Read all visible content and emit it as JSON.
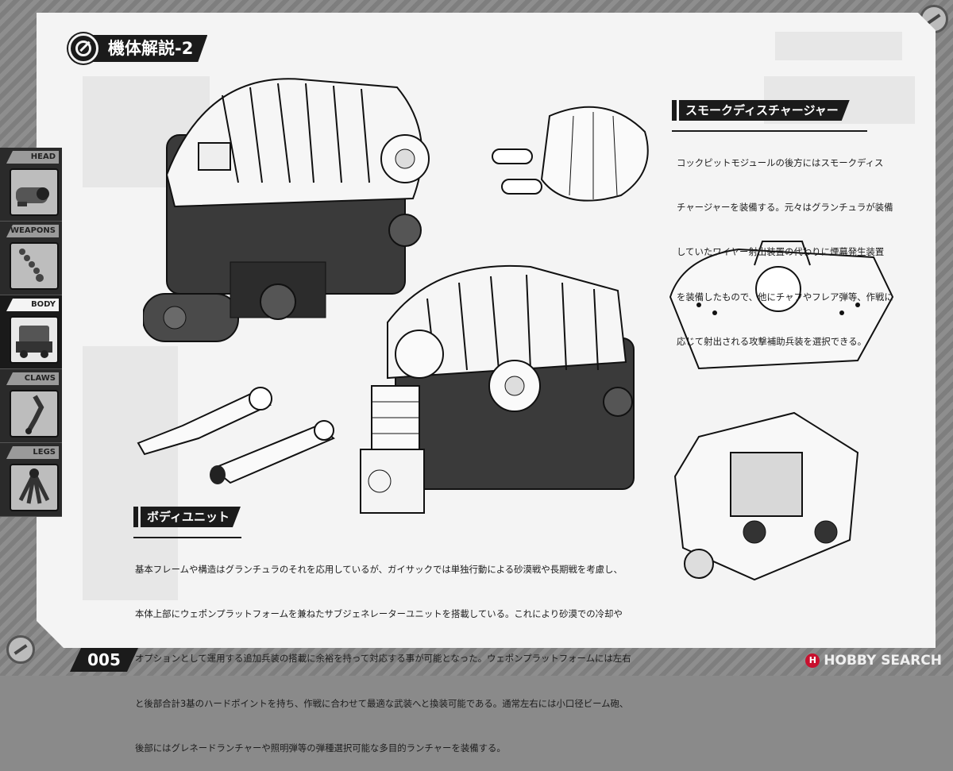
{
  "page": {
    "title": "機体解説-2",
    "page_number": "005"
  },
  "sidebar": {
    "tabs": [
      {
        "label": "HEAD",
        "icon": "head-icon",
        "active": false
      },
      {
        "label": "WEAPONS",
        "icon": "weapons-icon",
        "active": false
      },
      {
        "label": "BODY",
        "icon": "body-icon",
        "active": true
      },
      {
        "label": "CLAWS",
        "icon": "claws-icon",
        "active": false
      },
      {
        "label": "LEGS",
        "icon": "legs-icon",
        "active": false
      }
    ]
  },
  "smoke": {
    "heading": "スモークディスチャージャー",
    "lines": [
      "コックピットモジュールの後方にはスモークディス",
      "チャージャーを装備する。元々はグランチュラが装備",
      "していたワイヤー射出装置の代わりに煙幕発生装置",
      "を装備したもので、他にチャフやフレア弾等、作戦に",
      "応じて射出される攻撃補助兵装を選択できる。"
    ]
  },
  "body_unit": {
    "heading": "ボディユニット",
    "lines": [
      "基本フレームや構造はグランチュラのそれを応用しているが、ガイサックでは単独行動による砂漠戦や長期戦を考慮し、",
      "本体上部にウェポンプラットフォームを兼ねたサブジェネレーターユニットを搭載している。これにより砂漠での冷却や",
      "オプションとして運用する追加兵装の搭載に余裕を持って対応する事が可能となった。ウェポンプラットフォームには左右",
      "と後部合計3基のハードポイントを持ち、作戦に合わせて最適な武装へと換装可能である。通常左右には小口径ビーム砲、",
      "後部にはグレネードランチャーや照明弾等の弾種選択可能な多目的ランチャーを装備する。"
    ]
  },
  "watermark": {
    "brand": "HOBBY SEARCH",
    "logo_letter": "H"
  },
  "colors": {
    "ink": "#1b1b1b",
    "paper": "#f4f4f4",
    "panel": "#2a2a2a",
    "brand_red": "#c8102e"
  }
}
